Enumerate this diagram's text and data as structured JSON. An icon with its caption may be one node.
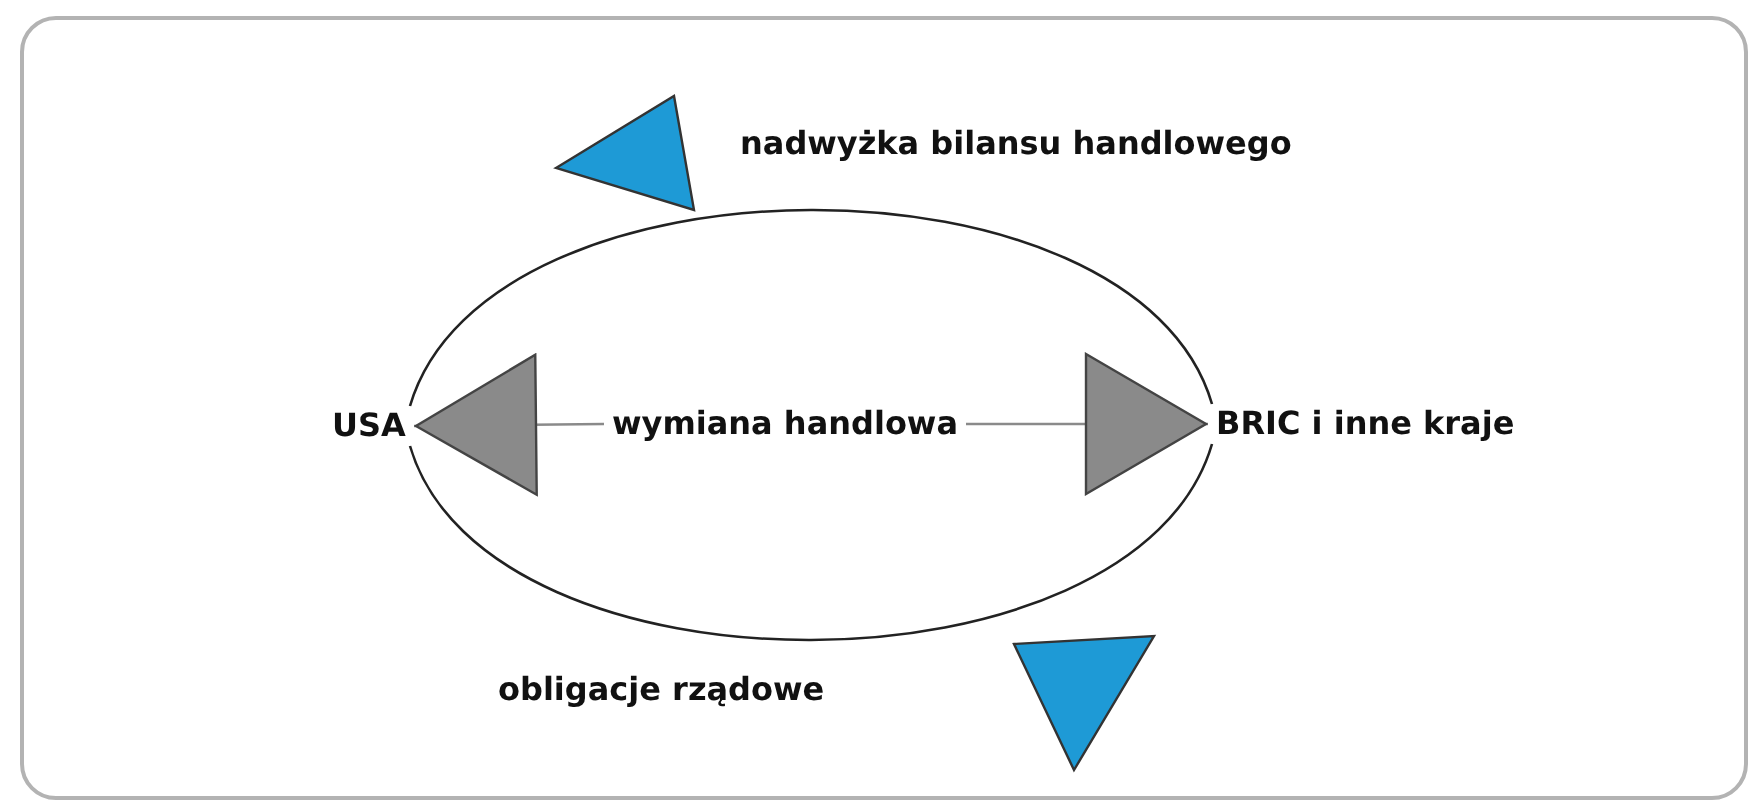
{
  "diagram": {
    "nodes": [
      {
        "text": [
          "nadwyżka bilansu handlowego"
        ]
      },
      {
        "text": [
          "USA"
        ]
      },
      {
        "text": [
          "wymiana handlowa"
        ]
      },
      {
        "text": [
          "BRIC i inne kraje"
        ]
      },
      {
        "text": [
          "obligacje rządowe"
        ]
      }
    ],
    "edges": [
      {
        "from": 1,
        "to": 3,
        "arrow": "none"
      },
      {
        "from": 1,
        "to": 3,
        "arrow": "none"
      },
      {
        "from": 2,
        "to": 1,
        "arrow": "to",
        "color": "#8a8a8a"
      },
      {
        "from": 2,
        "to": 3,
        "arrow": "to",
        "color": "#8a8a8a"
      }
    ]
  }
}
